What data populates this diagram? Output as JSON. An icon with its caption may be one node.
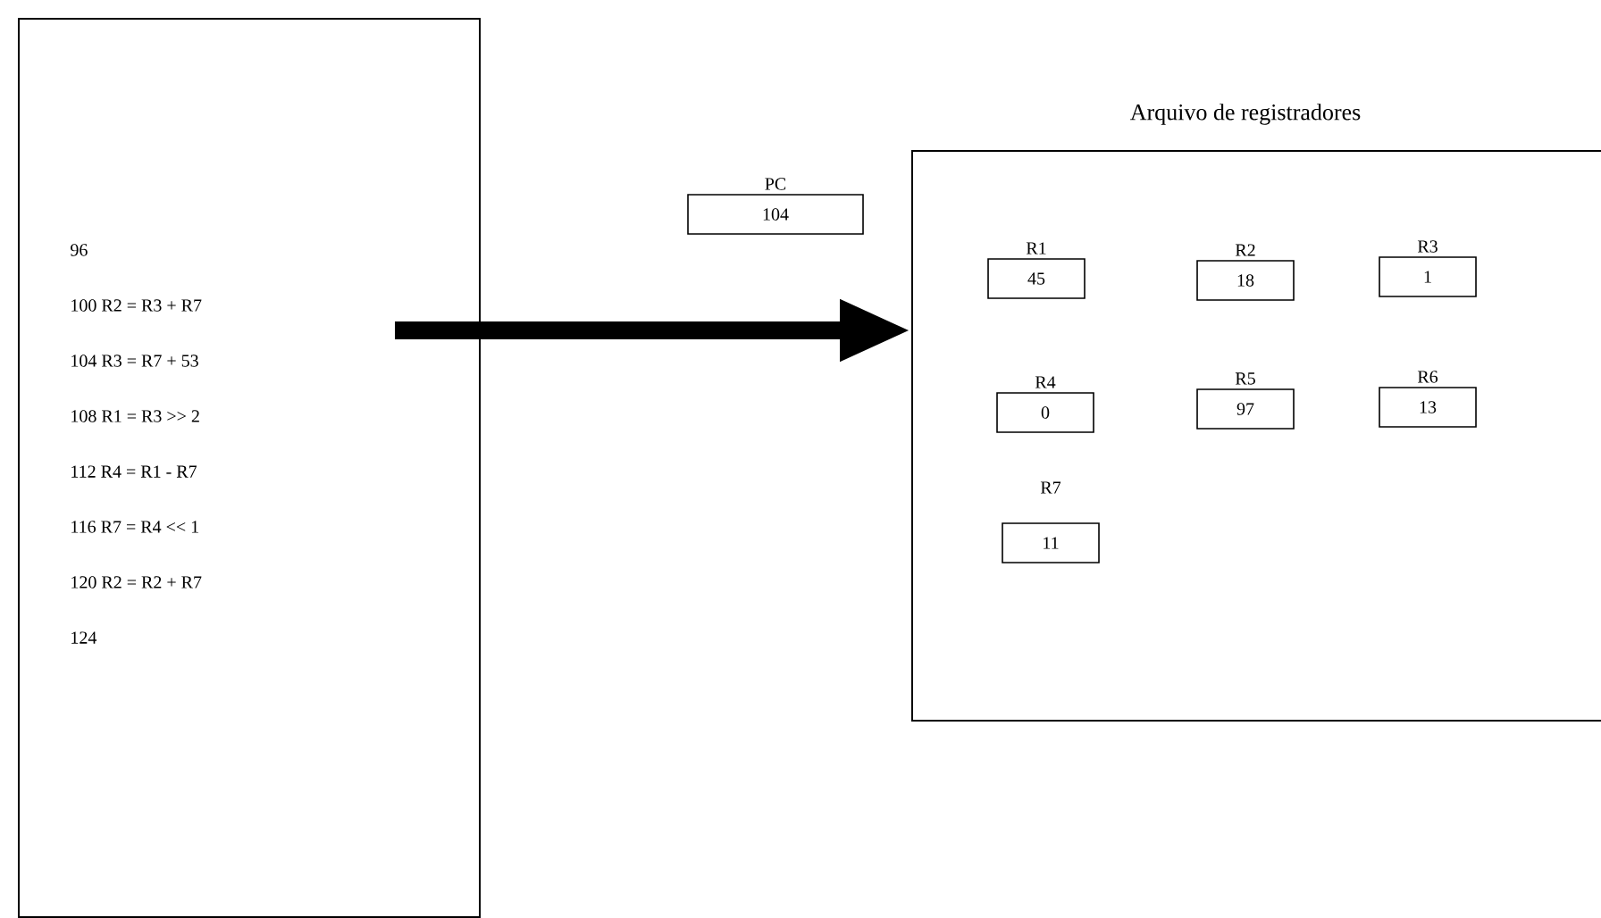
{
  "diagram": {
    "nodes": [
      {
        "text": [
          "96",
          "100 R2 = R3 + R7",
          "104 R3 = R7 + 53",
          "108 R1 = R3 >> 2",
          "112 R4 = R1 - R7",
          "116 R7 = R4 << 1",
          "120 R2 = R2 + R7",
          "124"
        ]
      },
      {
        "text": [
          "PC",
          "104"
        ]
      },
      {
        "text": [
          "Arquivo de registradores"
        ]
      },
      {
        "text": [
          "R1",
          "45"
        ],
        "in": 2
      },
      {
        "text": [
          "R2",
          "18"
        ],
        "in": 2
      },
      {
        "text": [
          "R3",
          "1"
        ],
        "in": 2
      },
      {
        "text": [
          "R4",
          "0"
        ],
        "in": 2
      },
      {
        "text": [
          "R5",
          "97"
        ],
        "in": 2
      },
      {
        "text": [
          "R6",
          "13"
        ],
        "in": 2
      },
      {
        "text": [
          "R7",
          "11"
        ],
        "in": 2
      }
    ],
    "edges": [
      {
        "from": 0,
        "to": 2,
        "arrow": "to"
      }
    ]
  }
}
